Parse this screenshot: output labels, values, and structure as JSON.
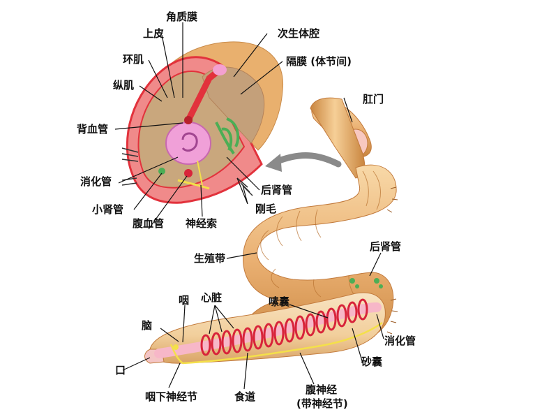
{
  "labels": {
    "cuticle": "角质膜",
    "epidermis": "上皮",
    "circular_muscle": "环肌",
    "longitudinal_muscle": "纵肌",
    "dorsal_vessel": "背血管",
    "digestive_tube_section": "消化管",
    "small_nephridium": "小肾管",
    "ventral_vessel": "腹血管",
    "nerve_cord": "神经索",
    "secondary_coelom": "次生体腔",
    "septum": "隔膜 (体节间)",
    "anus": "肛门",
    "posterior_nephridium_section": "后肾管",
    "setae": "刚毛",
    "clitellum": "生殖带",
    "posterior_nephridium_body": "后肾管",
    "pharynx": "咽",
    "heart": "心脏",
    "seminal_vesicle": "嗉囊",
    "brain": "脑",
    "mouth": "口",
    "digestive_tube_body": "消化管",
    "gizzard": "砂囊",
    "subpharyngeal_ganglion": "咽下神经节",
    "esophagus": "食道",
    "ventral_nerve_cord": "腹神经",
    "ventral_nerve_cord_note": "(带神经节)"
  },
  "colors": {
    "body_light": "#f6cf97",
    "body_mid": "#e8a867",
    "body_dark": "#c27a3c",
    "muscle_red": "#e2323c",
    "inner_pink": "#f7b7c8",
    "coelom_tan": "#c9a77d",
    "digestive_pink": "#f0a0d8",
    "nephridium_green": "#4cae55",
    "nerve_yellow": "#f4e04a",
    "heart_red": "#d8243a",
    "arrow_gray": "#8a8a8a",
    "leader_line": "#111111"
  }
}
